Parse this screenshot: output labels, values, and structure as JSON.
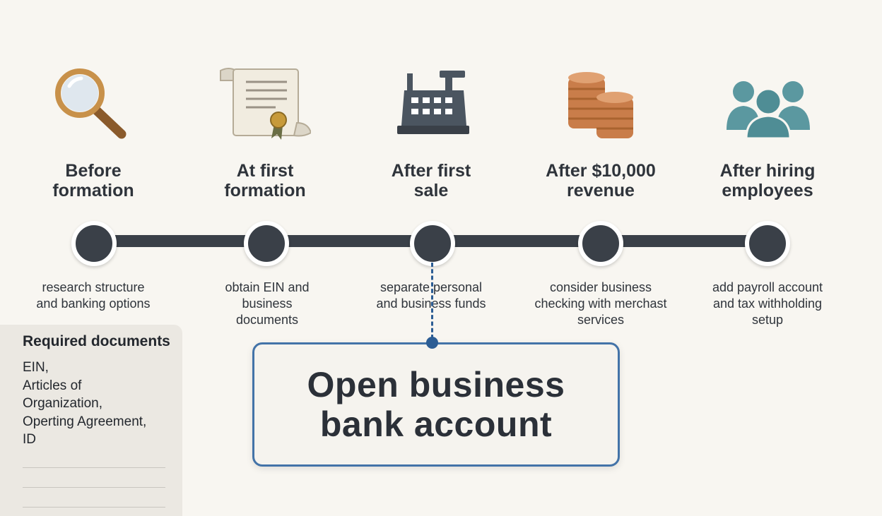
{
  "stages": [
    {
      "title": "Before\nformation",
      "desc": [
        "research structure",
        "and banking options"
      ],
      "icon": "magnifying-glass-icon"
    },
    {
      "title": "At first\nformation",
      "desc": [
        "obtain EIN and",
        "business",
        "documents"
      ],
      "icon": "certificate-scroll-icon"
    },
    {
      "title": "After first\nsale",
      "desc": [
        "separate personal",
        "and business funds"
      ],
      "icon": "cash-register-icon"
    },
    {
      "title": "After $10,000\nrevenue",
      "desc": [
        "consider business",
        "checking with merchast",
        "services"
      ],
      "icon": "coin-stacks-icon"
    },
    {
      "title": "After hiring\nemployees",
      "desc": [
        "add payroll account",
        "and tax withholding",
        "setup"
      ],
      "icon": "people-group-icon"
    }
  ],
  "callout": {
    "lines": [
      "Open business",
      "bank account"
    ]
  },
  "required_documents": {
    "heading": "Required documents",
    "items": [
      "EIN,",
      "Articles of",
      "Organization,",
      "Operting Agreement,",
      "ID"
    ]
  },
  "colors": {
    "background": "#f8f6f1",
    "timeline": "#3a4048",
    "accent_blue": "#2c5d94",
    "magnifier": "#c8914a",
    "coins": "#c97d4a",
    "register": "#4b5560",
    "people": "#5b98a0"
  }
}
